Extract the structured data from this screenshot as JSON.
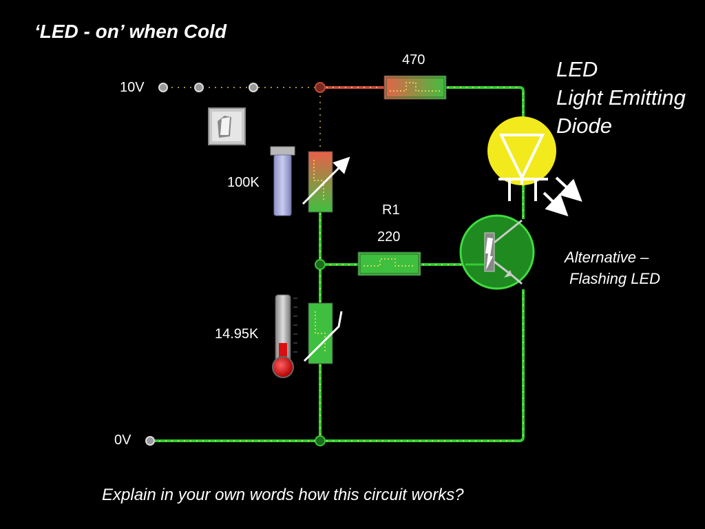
{
  "slide": {
    "title": "‘LED - on’ when Cold",
    "question": "Explain in your own words how this circuit works?"
  },
  "labels": {
    "supply_voltage": "10V",
    "ground": "0V",
    "top_resistor": "470",
    "variable_resistor": "100K",
    "r1_name": "R1",
    "r1_value": "220",
    "thermistor": "14.95K"
  },
  "led_box": {
    "line1": "LED",
    "line2": "Light Emitting",
    "line3": "Diode"
  },
  "alternative": {
    "line1": "Alternative –",
    "line2": "Flashing LED"
  },
  "colors": {
    "wire_green": "#33cc33",
    "wire_red": "#e05040",
    "led_yellow": "#f2ea1c",
    "transistor_green": "#1f8a1f",
    "thermometer_red": "#d81010"
  }
}
